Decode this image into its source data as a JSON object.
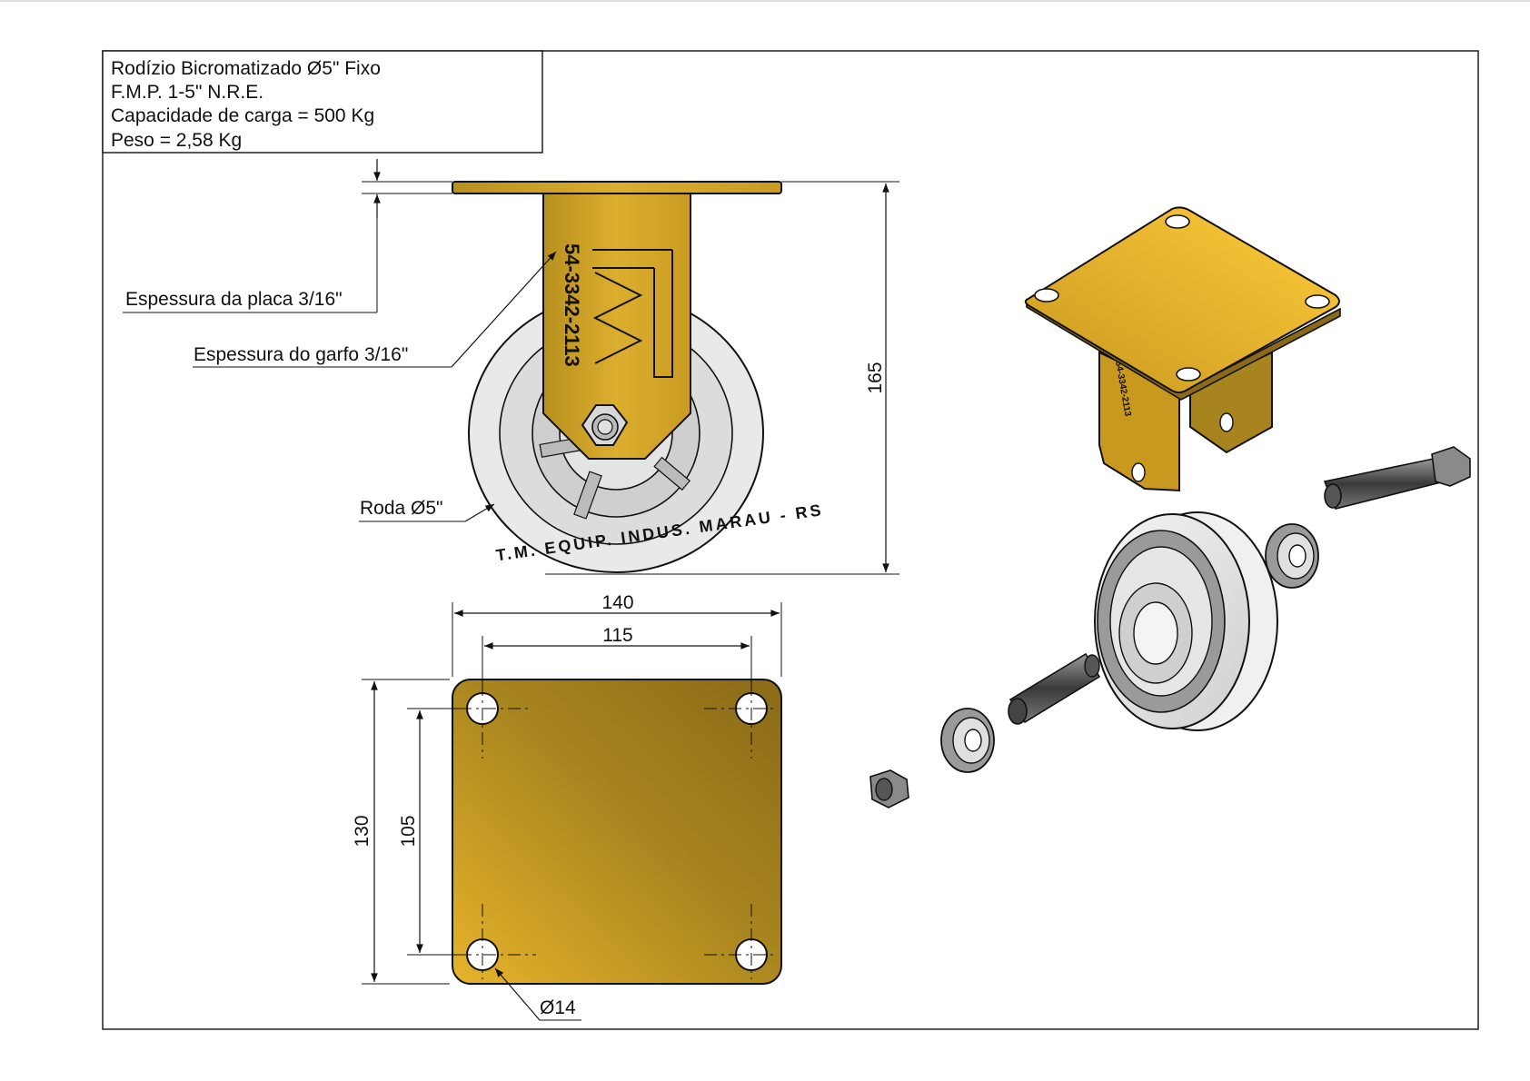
{
  "title_block": {
    "line1": "Rodízio Bicromatizado Ø5\" Fixo",
    "line2": "F.M.P. 1-5\" N.R.E.",
    "line3": "Capacidade de carga = 500 Kg",
    "line4": "Peso = 2,58 Kg"
  },
  "callouts": {
    "plate_thickness": "Espessura da placa 3/16\"",
    "fork_thickness": "Espessura do garfo 3/16\"",
    "wheel": "Roda Ø5\"",
    "hole": "Ø14"
  },
  "dimensions": {
    "height": "165",
    "plate_width": "140",
    "hole_spacing_x": "115",
    "plate_depth": "130",
    "hole_spacing_y": "105"
  },
  "markings": {
    "phone": "54-3342-2113",
    "logo": "TM",
    "wheel_text": "T.M. EQUIP. INDUS. MARAU - RS"
  },
  "colors": {
    "gold": "#d9a92a",
    "gold_dark": "#8a6a18",
    "gold_light": "#f4c43a",
    "wheel": "#e9e9e9"
  }
}
